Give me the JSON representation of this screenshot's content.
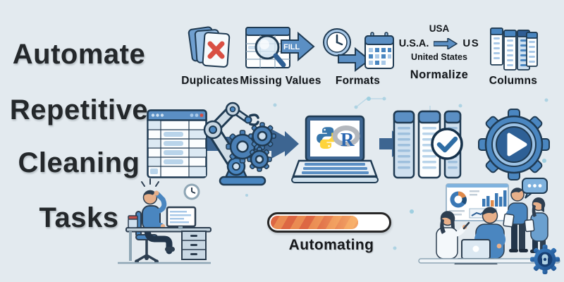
{
  "headline": {
    "lines": [
      "Automate",
      "Repetitive",
      "Cleaning",
      "Tasks"
    ]
  },
  "top_row": [
    {
      "label": "Duplicates",
      "icon": "duplicate-cards-x-icon"
    },
    {
      "label": "Missing Values",
      "icon": "table-magnifier-icon",
      "arrow_text": "FILL"
    },
    {
      "label": "Formats",
      "icon": "clock-to-calendar-icon"
    },
    {
      "label": "Normalize",
      "icon": "normalize-arrow-icon",
      "examples": {
        "top": "USA",
        "left": "U.S.A.",
        "right": "US",
        "bottom": "United States"
      }
    },
    {
      "label": "Columns",
      "icon": "stacked-columns-icon"
    }
  ],
  "flow": {
    "steps": [
      "raw-spreadsheet",
      "robot-arm-gears",
      "laptop-python-r",
      "clean-columns-check",
      "automation-gear-play"
    ],
    "r_logo_letter": "R"
  },
  "progress": {
    "label": "Automating",
    "percent": 73
  },
  "colors": {
    "background": "#e3eaef",
    "headline_text": "#24282b",
    "blue_primary": "#4a86c0",
    "blue_header": "#5b8fc4",
    "blue_dark": "#2f5d94",
    "navy_outline": "#1f3a52",
    "arrow_slate": "#3d6591",
    "red_x": "#d94f43",
    "progress_orange": "#e2763f",
    "python_blue": "#3776ab",
    "python_yellow": "#ffd43b",
    "r_gray": "#b3b7bd",
    "r_blue": "#2b67b1",
    "skin": "#e8b08a",
    "hair_navy": "#2d3e50"
  }
}
